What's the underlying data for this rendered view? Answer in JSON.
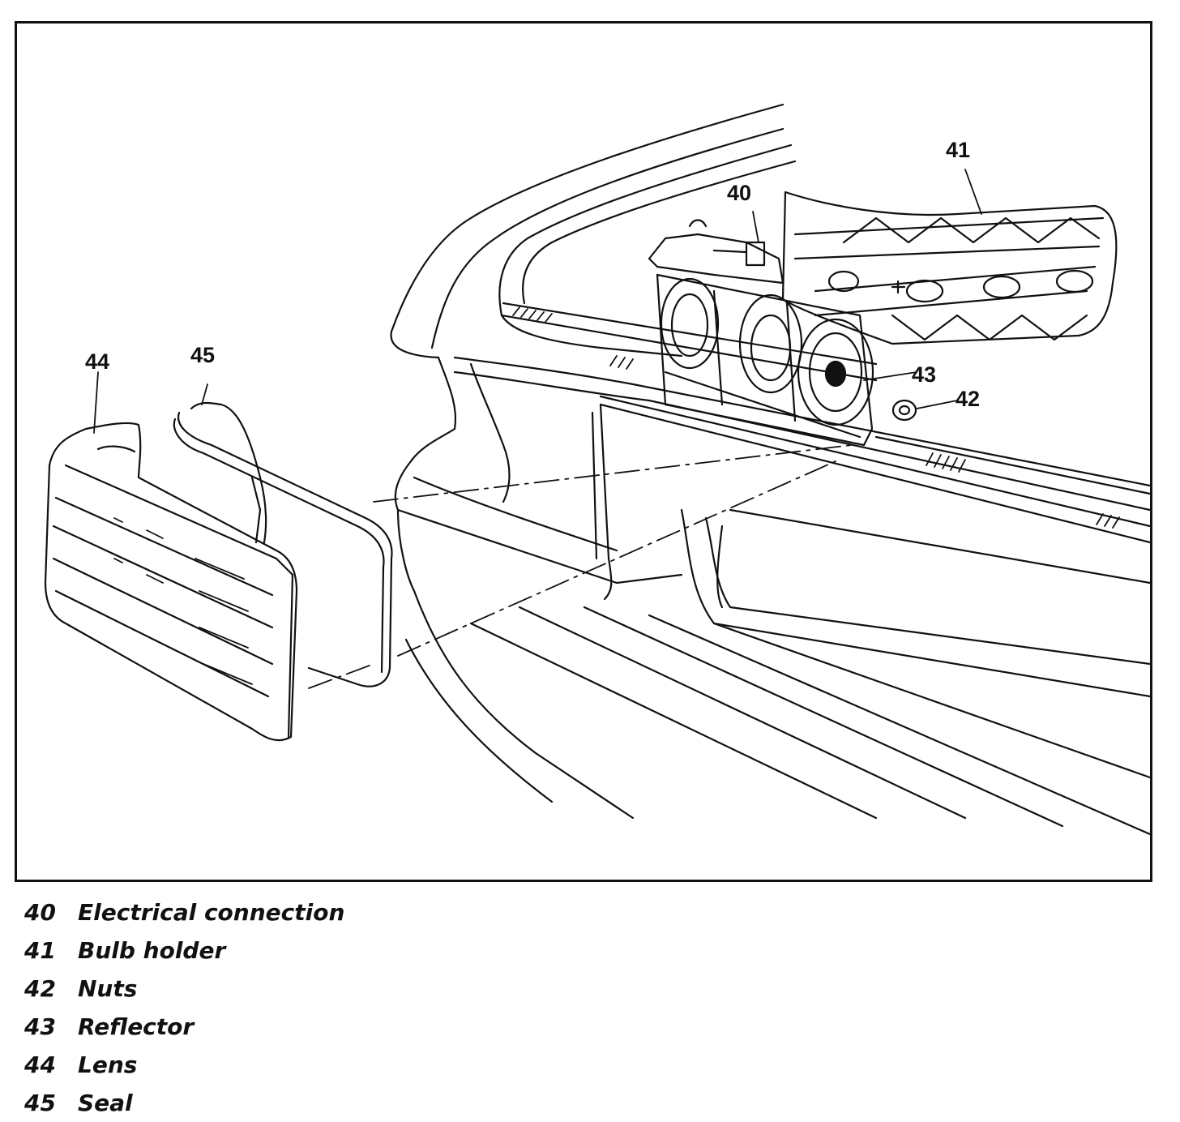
{
  "callouts": {
    "c40": "40",
    "c41": "41",
    "c42": "42",
    "c43": "43",
    "c44": "44",
    "c45": "45"
  },
  "legend": [
    {
      "num": "40",
      "label": "Electrical connection"
    },
    {
      "num": "41",
      "label": "Bulb holder"
    },
    {
      "num": "42",
      "label": "Nuts"
    },
    {
      "num": "43",
      "label": "Reflector"
    },
    {
      "num": "44",
      "label": "Lens"
    },
    {
      "num": "45",
      "label": "Seal"
    }
  ],
  "colors": {
    "ink": "#111111",
    "paper": "#ffffff"
  }
}
